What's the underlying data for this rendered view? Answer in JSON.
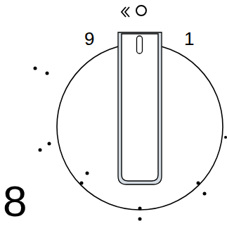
{
  "diagram": {
    "labels": [
      "9",
      "1",
      "8"
    ]
  }
}
